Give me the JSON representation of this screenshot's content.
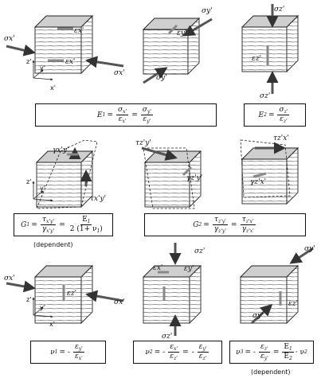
{
  "axes": {
    "x": "x'",
    "y": "y'",
    "z": "z'"
  },
  "row1": {
    "cube1": {
      "stress_left": "σ",
      "stress_left_sub": "x'",
      "stress_right": "σ",
      "stress_right_sub": "x'",
      "strain_top": "ε",
      "strain_top_sub": "x'",
      "strain_mid": "ε",
      "strain_mid_sub": "x'"
    },
    "cube2": {
      "stress_top": "σ",
      "stress_top_sub": "y'",
      "strain_top": "ε",
      "strain_top_sub": "y'",
      "stress_bottom": "σ",
      "stress_bottom_sub": "y'"
    },
    "cube3": {
      "stress_top": "σ",
      "stress_top_sub": "z'",
      "strain": "ε",
      "strain_sub": "z'",
      "stress_bottom": "σ",
      "stress_bottom_sub": "z'"
    },
    "formula1": {
      "lhs": "E",
      "lhs_sub": "1",
      "n1": "σ",
      "n1_sub": "x'",
      "d1": "ε",
      "d1_sub": "x'",
      "n2": "σ",
      "n2_sub": "y'",
      "d2": "ε",
      "d2_sub": "y'"
    },
    "formula2": {
      "lhs": "E",
      "lhs_sub": "2",
      "n1": "σ",
      "n1_sub": "z'",
      "d1": "ε",
      "d1_sub": "z'"
    }
  },
  "row2": {
    "cube1": {
      "gamma": "γ",
      "gamma_sub": "x'y'",
      "tau": "τ",
      "tau_sub": "x'y'"
    },
    "cube2": {
      "tau": "τ",
      "tau_sub": "z'y'",
      "gamma": "γ",
      "gamma_sub": "z'y'"
    },
    "cube3": {
      "tau": "τ",
      "tau_sub": "z'x'",
      "gamma": "γ",
      "gamma_sub": "z'x'"
    },
    "formula1": {
      "lhs": "G",
      "lhs_sub": "1",
      "n1": "τ",
      "n1_sub": "x'y'",
      "d1": "γ",
      "d1_sub": "x'y'",
      "n2": "E",
      "n2_sub": "1",
      "d2": "2 (1+ ν",
      "d2_sub": "1",
      "d2_tail": ")"
    },
    "formula1_note": "(dependent)",
    "formula2": {
      "lhs": "G",
      "lhs_sub": "2",
      "n1": "τ",
      "n1_sub": "z'y'",
      "d1": "γ",
      "d1_sub": "z'y'",
      "n2": "τ",
      "n2_sub": "z'x'",
      "d2": "γ",
      "d2_sub": "z'x'"
    }
  },
  "row3": {
    "cube1": {
      "stress_left": "σ",
      "stress_left_sub": "x'",
      "stress_right": "σ",
      "stress_right_sub": "x'",
      "strain": "ε",
      "strain_sub": "z'"
    },
    "cube2": {
      "stress_top": "σ",
      "stress_top_sub": "z'",
      "strain_a": "ε",
      "strain_a_sub": "x'",
      "strain_b": "ε",
      "strain_b_sub": "y'",
      "stress_bottom": "σ",
      "stress_bottom_sub": "z'"
    },
    "cube3": {
      "stress_top": "σ",
      "stress_top_sub": "y'",
      "strain": "ε",
      "strain_sub": "z'",
      "stress_bottom": "σ",
      "stress_bottom_sub": "y'"
    },
    "formula1": {
      "lhs": "ν",
      "lhs_sub": "1",
      "eq": "= -",
      "n1": "ε",
      "n1_sub": "y'",
      "d1": "ε",
      "d1_sub": "x'"
    },
    "formula2": {
      "lhs": "ν",
      "lhs_sub": "2",
      "eq": "= -",
      "n1": "ε",
      "n1_sub": "x'",
      "d1": "ε",
      "d1_sub": "z'",
      "n2": "ε",
      "n2_sub": "y'",
      "d2": "ε",
      "d2_sub": "z'"
    },
    "formula3": {
      "lhs": "ν",
      "lhs_sub": "3",
      "eq": "= -",
      "n1": "ε",
      "n1_sub": "z'",
      "d1": "ε",
      "d1_sub": "y'",
      "n2": "E",
      "n2_sub": "1",
      "d2": "E",
      "d2_sub": "2",
      "tail": "· ν",
      "tail_sub": "2"
    },
    "formula3_note": "(dependent)"
  }
}
